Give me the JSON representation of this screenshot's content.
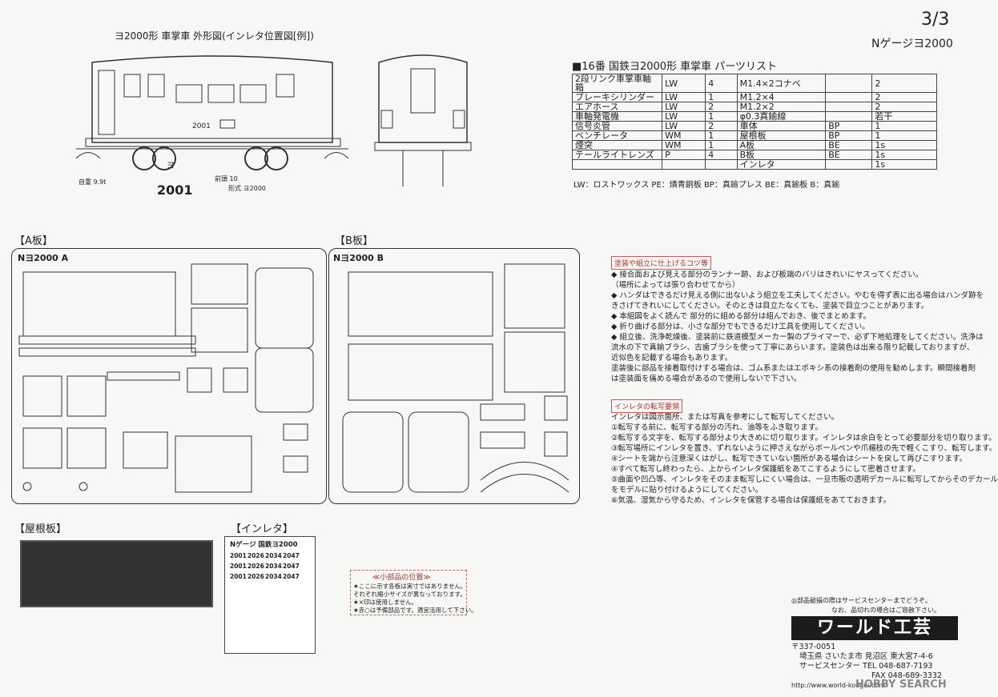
{
  "page": "3/3",
  "subtitle": "Nゲージヨ2000",
  "header_drawing": "ヨ2000形 車掌車 外形図(インレタ位置図[例])",
  "side_view": {
    "car_no_small": "2001",
    "car_no_big": "2001",
    "self_weight": "自重 9.9t",
    "label_a": "ヨ",
    "label_b": "形式 ヨ2000",
    "label_c": "前頭 10"
  },
  "parts_title": "■16番 国鉄ヨ2000形 車掌車 パーツリスト",
  "parts_left": [
    [
      "2段リンク車掌車軸箱",
      "LW",
      "4"
    ],
    [
      "ブレーキシリンダー",
      "LW",
      "1"
    ],
    [
      "エアホース",
      "LW",
      "2"
    ],
    [
      "車軸発電機",
      "LW",
      "1"
    ],
    [
      "信号炎管",
      "LW",
      "2"
    ],
    [
      "ベンチレータ",
      "WM",
      "1"
    ],
    [
      "煙突",
      "WM",
      "1"
    ],
    [
      "テールライトレンズ",
      "P",
      "4"
    ],
    [
      "",
      "",
      ""
    ]
  ],
  "parts_right": [
    [
      "M1.4×2コナベ",
      "",
      "2"
    ],
    [
      "M1.2×4",
      "",
      "2"
    ],
    [
      "M1.2×2",
      "",
      "2"
    ],
    [
      "φ0.3真鍮線",
      "",
      "若干"
    ],
    [
      "車体",
      "BP",
      "1"
    ],
    [
      "屋根板",
      "BP",
      "1"
    ],
    [
      "A板",
      "BE",
      "1s"
    ],
    [
      "B板",
      "BE",
      "1s"
    ],
    [
      "インレタ",
      "",
      "1s"
    ]
  ],
  "legend": "LW：ロストワックス PE：燐青銅板 BP：真鍮プレス BE：真鍮板 B：真鍮",
  "panel_a_label": "【A板】",
  "panel_a_title": "Nヨ2000 A",
  "panel_b_label": "【B板】",
  "panel_b_title": "Nヨ2000 B",
  "roof_label": "【屋根板】",
  "inlet_label": "【インレタ】",
  "inlet_title": "Nゲージ 国鉄ヨ2000",
  "inlet_numbers": [
    "2001",
    "2026",
    "2034",
    "2047"
  ],
  "small_parts_title": "≪小部品の位置≫",
  "small_parts_lines": [
    "★ここに示す各板は実寸ではありません。",
    "それぞれ縮小サイズが異なっております。",
    "★×印は使用しません。",
    "★赤○は予備部品です。適宜活用して下さい。"
  ],
  "painting_title": "塗装や組立に仕上げるコツ等",
  "painting_lines": [
    "◆ 接合面および見える部分のランナー跡、および板端のバリはきれいにヤスってください。",
    "（場所によっては張り合わせてから）",
    "◆ ハンダはできるだけ見える側に出ないよう組立を工夫してください。やむを得ず表に出る場合はハンダ跡を",
    "きさげてきれいにしてください。そのときは目立たなくても、塗装で目立つことがあります。",
    "◆ 本組図をよく読んで 部分的に組める部分は組んでおき、後でまとめます。",
    "◆ 折り曲げる部分は、小さな部分でもできるだけ工具を使用してください。",
    "◆ 組立後、洗浄乾燥後、塗装前に鉄道模型メーカー製のプライマーで、必ず下地処理をしてください。洗浄は",
    "流水の下で真鍮ブラシ、古歯ブラシを使って丁寧にあらいます。塗装色は出来る限り記載しておりますが、",
    "近似色を記載する場合もあります。",
    "塗装後に部品を接着取付けする場合は、ゴム系またはエポキシ系の接着剤の使用を勧めします。瞬間接着剤",
    "は塗装面を痛める場合があるので使用しないで下さい。"
  ],
  "transfer_title": "インレタの転写要領",
  "transfer_lines": [
    "インレタは図示箇所、または写真を参考にして転写してください。",
    "①転写する前に、転写する部分の汚れ、油等をふき取ります。",
    "②転写する文字を、転写する部分より大きめに切り取ります。インレタは余白をとって必要部分を切り取ります。",
    "③転写場所にインレタを置き、ずれないように押さえながらボールペンや爪楊枝の先で軽くこすり、転写します。",
    "④シートを端から注意深くはがし、転写できていない箇所がある場合はシートを戻して再びこすります。",
    "④すべて転写し終わったら、上からインレタ保護紙をあてこするようにして密着させます。",
    "⑤曲面や凹凸等、インレタをそのまま転写しにくい場合は、一旦市販の透明デカールに転写してからそのデカール",
    "をモデルに貼り付けるようにしてください。",
    "⑥気温、湿気から守るため、インレタを保管する場合は保護紙をあてておきます。"
  ],
  "service_note_1": "◎部品破損の際はサービスセンターまでどうぞ。",
  "service_note_2": "なお、品切れの場合はご容赦下さい。",
  "company": "ワールド工芸",
  "address_lines": [
    "〒337-0051",
    "埼玉県 さいたま市 見沼区 東大宮7-4-6",
    "サービスセンター TEL 048-687-7193",
    "FAX 048-689-3332",
    "http://www.world-kougei.com"
  ],
  "watermark": "HOBBY SEARCH"
}
